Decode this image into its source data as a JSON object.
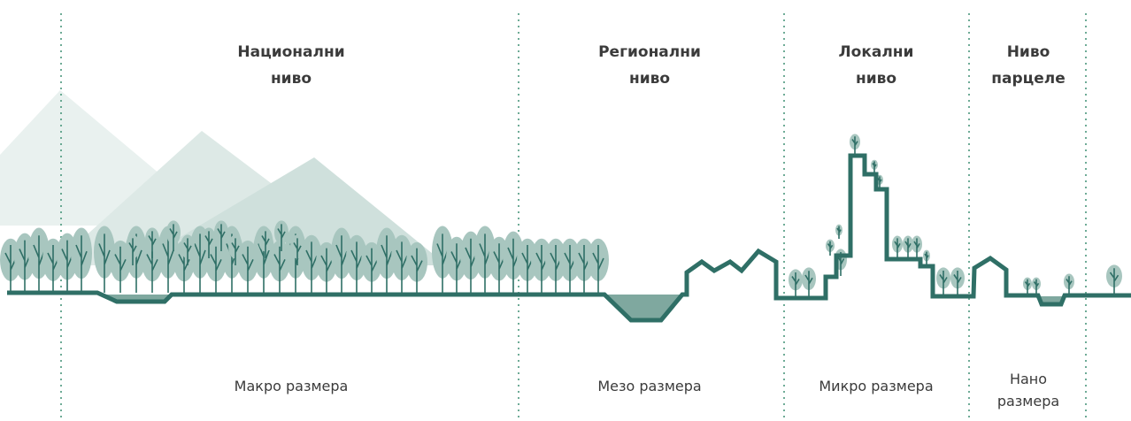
{
  "levels": [
    {
      "line1": "Национални",
      "line2": "ниво"
    },
    {
      "line1": "Регионални",
      "line2": "ниво"
    },
    {
      "line1": "Локални",
      "line2": "ниво"
    },
    {
      "line1": "Ниво",
      "line2": "парцеле"
    }
  ],
  "scales": [
    {
      "line1": "Макро размера",
      "line2": ""
    },
    {
      "line1": "Мезо размера",
      "line2": ""
    },
    {
      "line1": "Микро размера",
      "line2": ""
    },
    {
      "line1": "Нано",
      "line2": "размера"
    }
  ],
  "colors": {
    "terrain": "#2f6f66",
    "water": "#7fa89f",
    "tree_crown": "#a8c6bf",
    "tree_trunk": "#2f6f66",
    "mountain_far": "#e9f1ef",
    "mountain_mid": "#dde9e6",
    "mountain_near": "#cfe0dc",
    "divider": "#3e8f74",
    "text": "#3b3b3b"
  }
}
